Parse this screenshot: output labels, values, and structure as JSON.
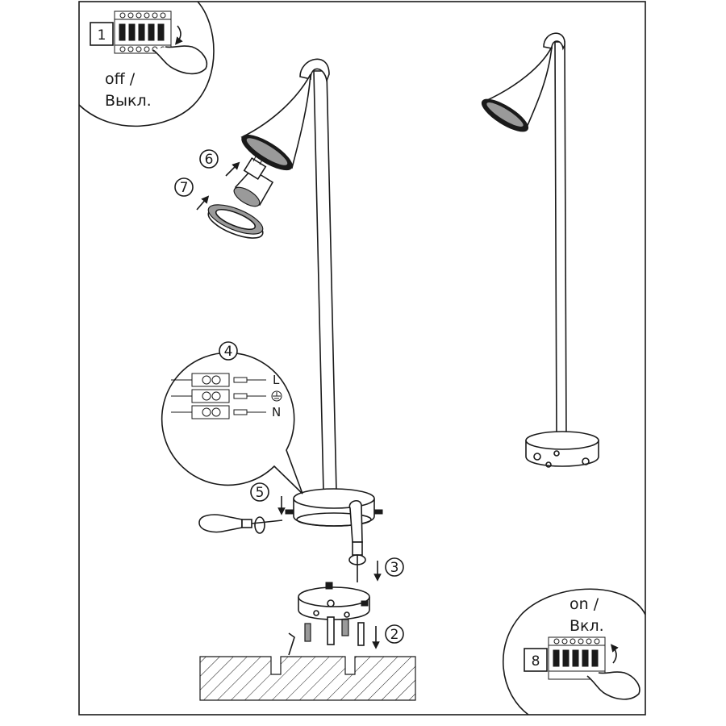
{
  "steps": {
    "step1": "1",
    "step2": "2",
    "step3": "3",
    "step4": "4",
    "step5": "5",
    "step6": "6",
    "step7": "7",
    "step8": "8"
  },
  "captions": {
    "off_en": "off /",
    "off_ru": "Выкл.",
    "on_en": "on /",
    "on_ru": "Вкл."
  },
  "wires": {
    "live": "L",
    "earth_icon": "ground-symbol",
    "neutral": "N"
  },
  "colors": {
    "line": "#1a1a1a",
    "background": "#ffffff"
  }
}
